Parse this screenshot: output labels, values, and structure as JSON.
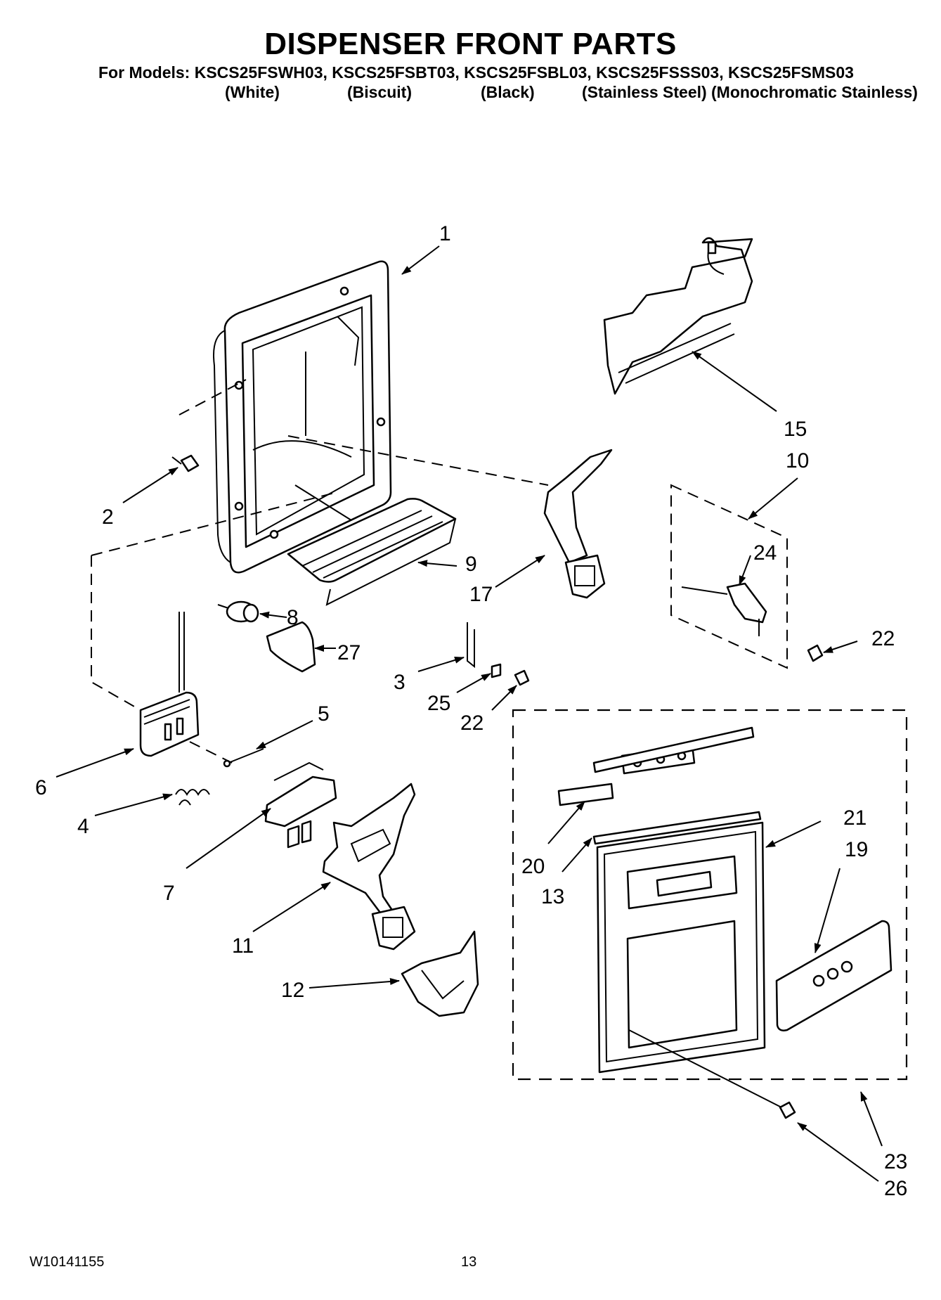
{
  "header": {
    "title": "DISPENSER FRONT PARTS",
    "models_line": "For Models: KSCS25FSWH03, KSCS25FSBT03, KSCS25FSBL03, KSCS25FSSS03, KSCS25FSMS03",
    "finishes": [
      "(White)",
      "(Biscuit)",
      "(Black)",
      "(Stainless Steel)",
      "(Monochromatic Stainless)"
    ]
  },
  "callouts": {
    "c1": "1",
    "c2": "2",
    "c3": "3",
    "c4": "4",
    "c5": "5",
    "c6": "6",
    "c7": "7",
    "c8": "8",
    "c9": "9",
    "c10": "10",
    "c11": "11",
    "c12": "12",
    "c13": "13",
    "c15": "15",
    "c17": "17",
    "c19": "19",
    "c20": "20",
    "c21": "21",
    "c22a": "22",
    "c22b": "22",
    "c23": "23",
    "c24": "24",
    "c25": "25",
    "c26": "26",
    "c27": "27"
  },
  "footer": {
    "doc_number": "W10141155",
    "page_number": "13"
  }
}
